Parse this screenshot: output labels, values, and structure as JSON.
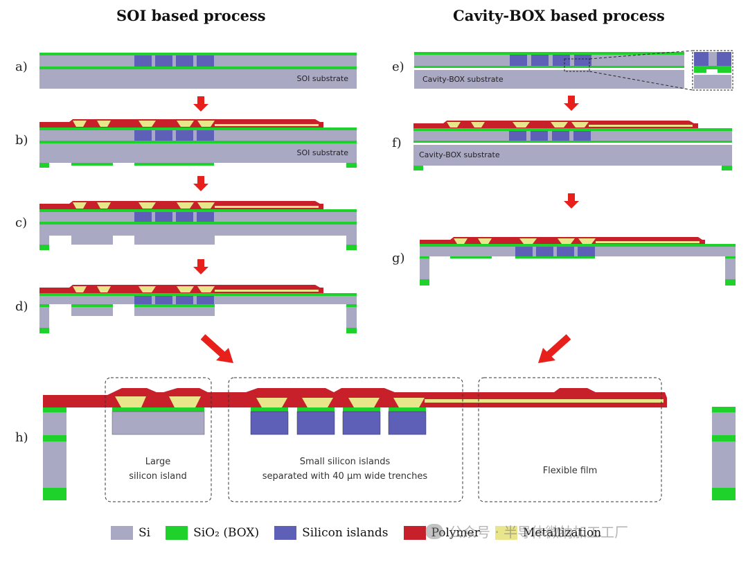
{
  "titles": {
    "left": "SOI based process",
    "right": "Cavity-BOX based process"
  },
  "steps": {
    "a": "a)",
    "b": "b)",
    "c": "c)",
    "d": "d)",
    "e": "e)",
    "f": "f)",
    "g": "g)",
    "h": "h)"
  },
  "substrate_labels": {
    "soi": "SOI substrate",
    "cavity_box": "Cavity-BOX substrate"
  },
  "final_regions": {
    "large_island_line1": "Large",
    "large_island_line2": "silicon island",
    "small_islands_line1": "Small silicon islands",
    "small_islands_line2": "separated with 40 µm wide trenches",
    "flexible_film": "Flexible film"
  },
  "legend": [
    {
      "label": "Si",
      "color": "#a9a9c4"
    },
    {
      "label": "SiO₂  (BOX)",
      "color": "#1fd12b"
    },
    {
      "label": "Silicon islands",
      "color": "#5e60b8"
    },
    {
      "label": "Polymer",
      "color": "#c8202a"
    },
    {
      "label": "Metallization",
      "color": "#e9e58a"
    }
  ],
  "watermark": "公众号 · 半导体微纳加工工厂",
  "colors": {
    "si": "#a9a9c4",
    "sio2": "#1fd12b",
    "island": "#5e60b8",
    "polymer": "#c8202a",
    "metal": "#e9e58a",
    "arrow": "#e8201c"
  }
}
